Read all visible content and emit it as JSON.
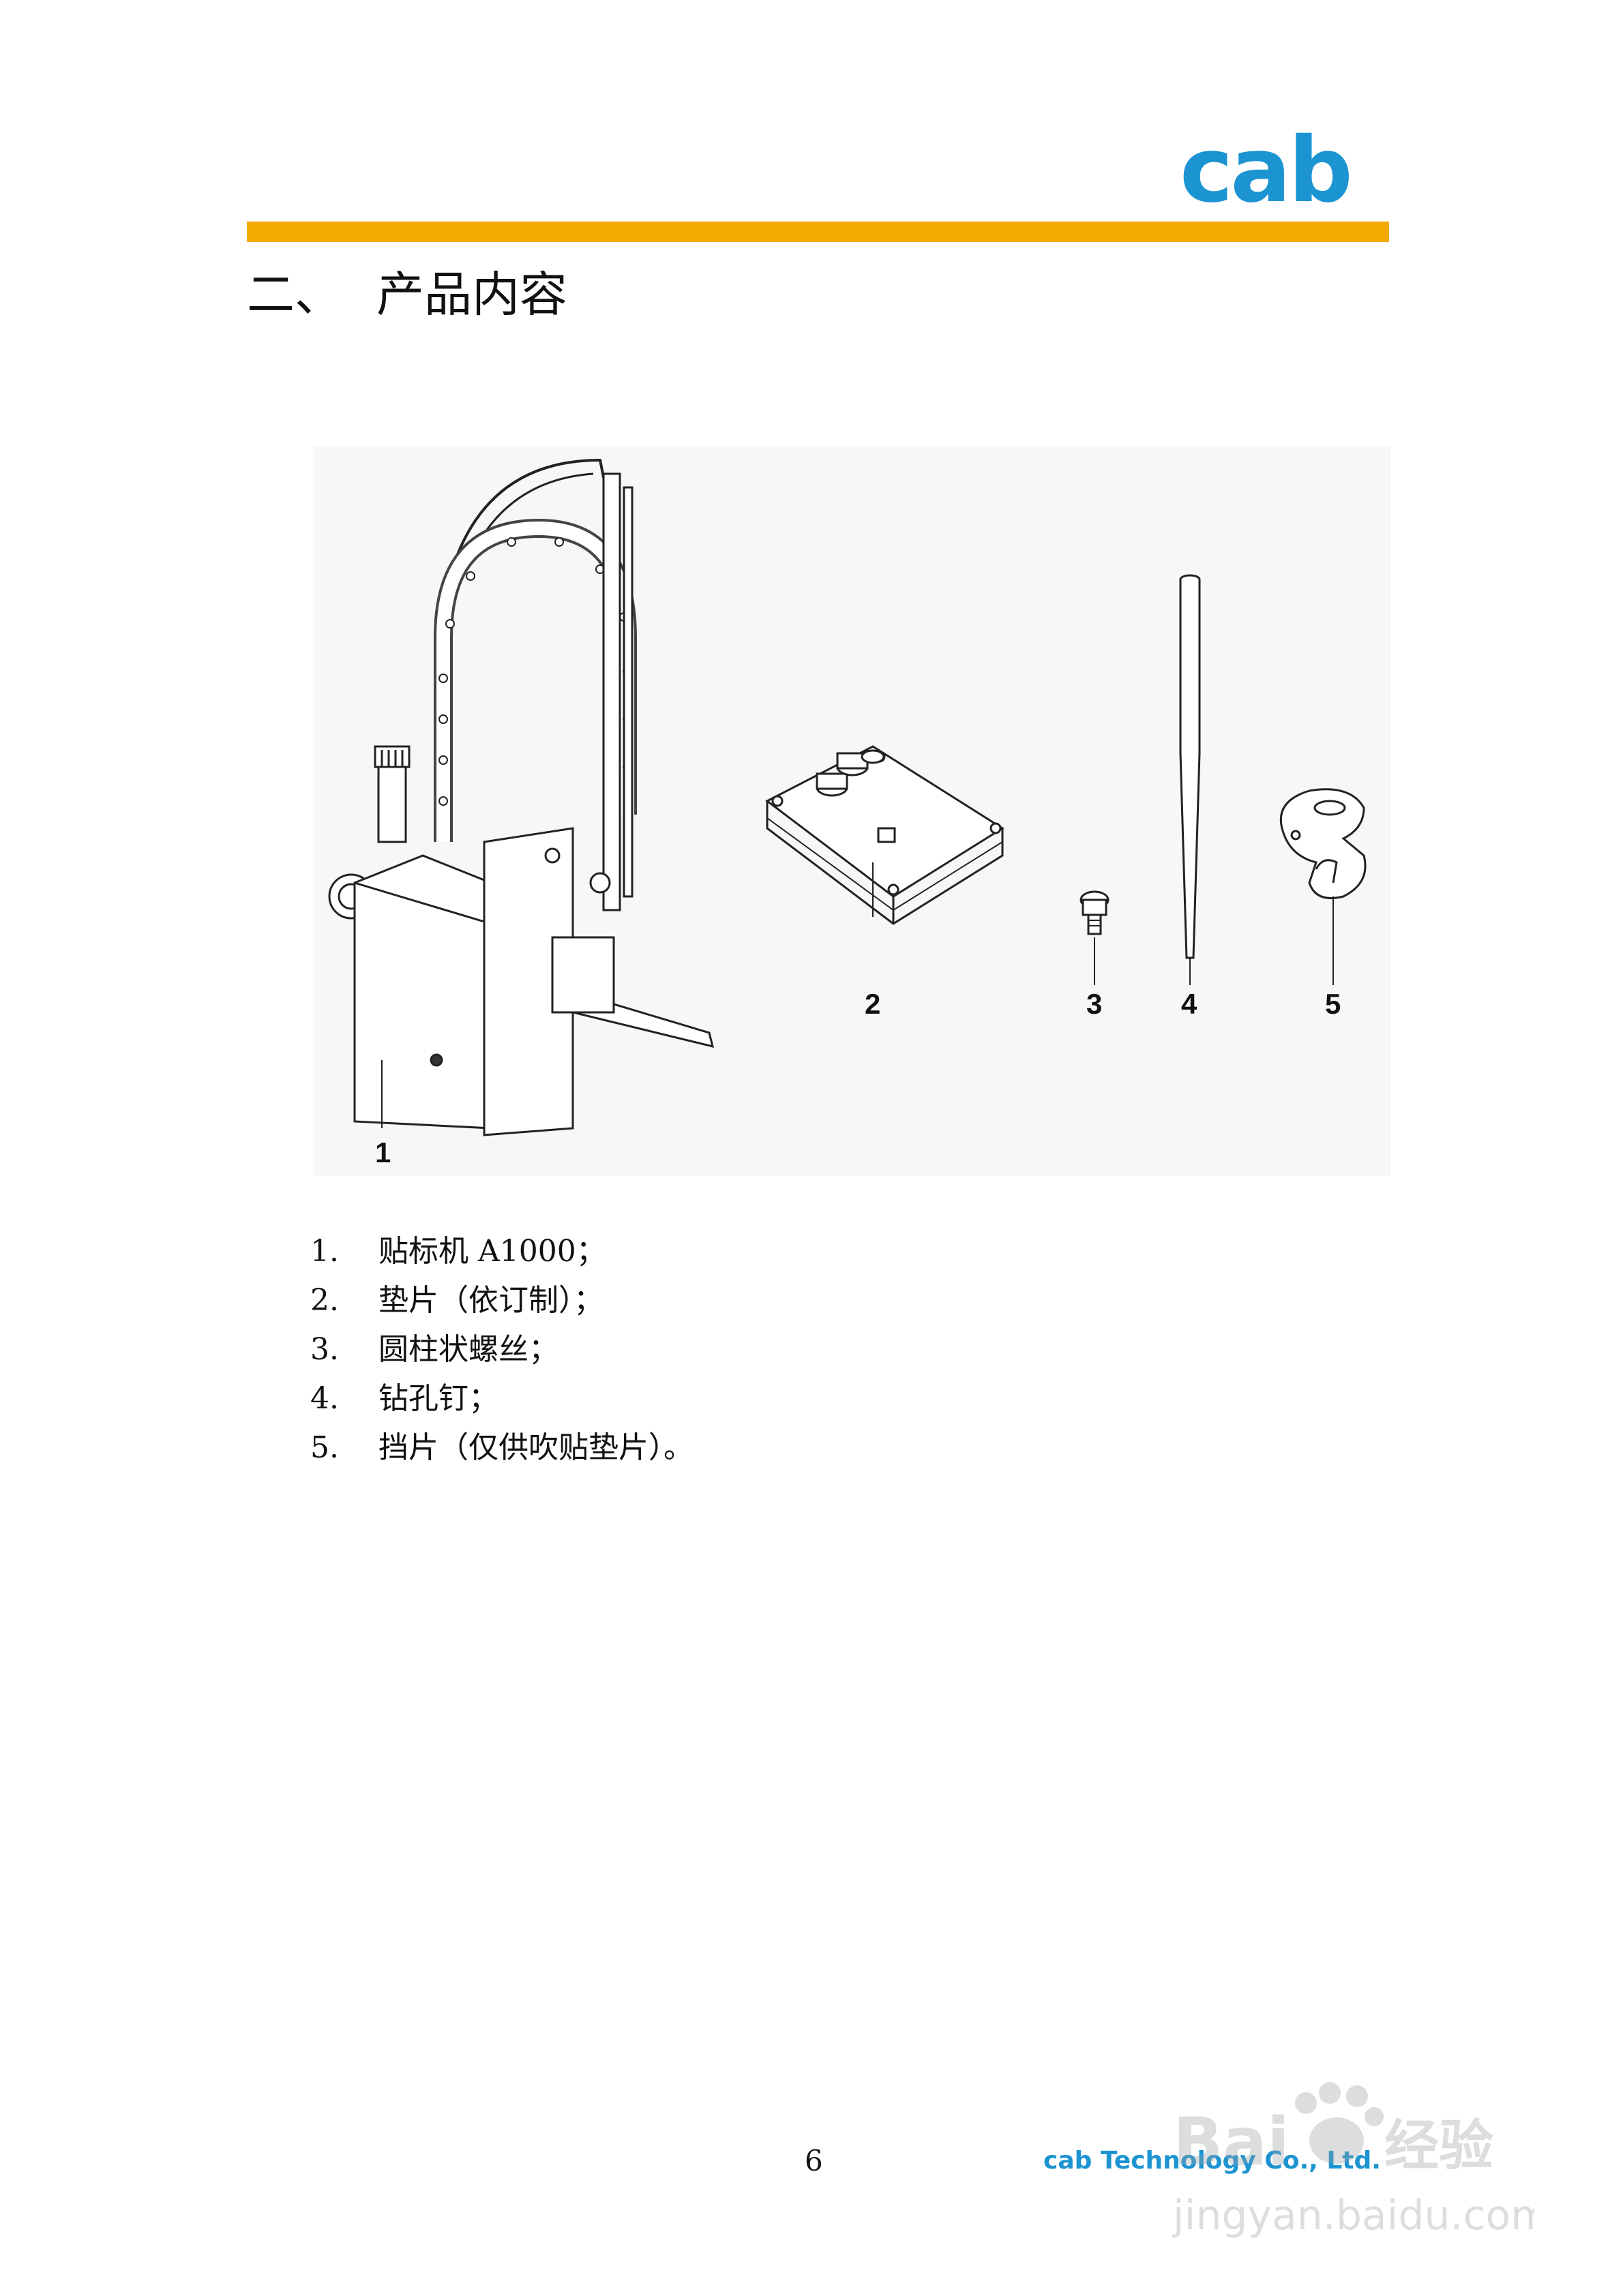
{
  "header": {
    "logo_text": "cab",
    "brand_color": "#1d94d2",
    "rule_color": "#f2a900"
  },
  "section": {
    "number": "二、",
    "title": "产品内容"
  },
  "figure": {
    "callouts": [
      "1",
      "2",
      "3",
      "4",
      "5"
    ]
  },
  "items": [
    {
      "n": "1.",
      "text": "贴标机  A1000；"
    },
    {
      "n": "2.",
      "text": "垫片（依订制）；"
    },
    {
      "n": "3.",
      "text": "圆柱状螺丝；"
    },
    {
      "n": "4.",
      "text": "钻孔钉；"
    },
    {
      "n": "5.",
      "text": "挡片（仅供吹贴垫片）。"
    }
  ],
  "footer": {
    "page_number": "6",
    "company": "cab  Technology  Co., Ltd."
  },
  "watermark": {
    "line1": "Bai",
    "line2": "经验",
    "url": "jingyan.baidu.com"
  }
}
